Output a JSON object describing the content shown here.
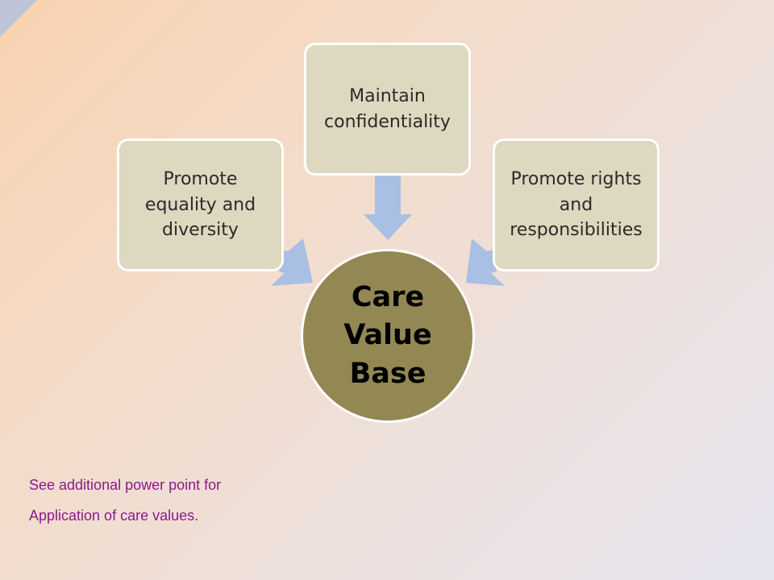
{
  "diagram": {
    "center": {
      "label": "Care Value Base"
    },
    "nodes": [
      {
        "id": "left",
        "label": "Promote equality and diversity"
      },
      {
        "id": "top",
        "label": "Maintain confidentiality"
      },
      {
        "id": "right",
        "label": "Promote rights and responsibilities"
      }
    ]
  },
  "notes": {
    "line1": "See additional power point for",
    "line2": "Application of care values."
  },
  "colors": {
    "box_fill": "#ddd8bf",
    "circle_fill": "#938853",
    "arrow_fill": "#a9bfe4",
    "note_text": "#8b1a8b"
  }
}
